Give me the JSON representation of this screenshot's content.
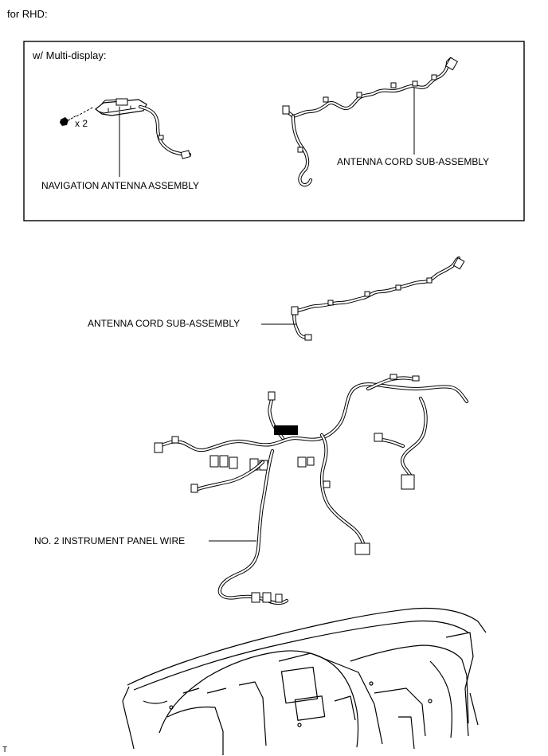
{
  "page": {
    "heading": "for RHD:",
    "corner_code": "T"
  },
  "variant_box": {
    "caption": "w/ Multi-display:",
    "quantity_label": "x 2",
    "navigation_antenna_label": "NAVIGATION ANTENNA ASSEMBLY",
    "antenna_cord_label": "ANTENNA CORD SUB-ASSEMBLY"
  },
  "middle": {
    "antenna_cord_label": "ANTENNA CORD SUB-ASSEMBLY"
  },
  "lower": {
    "instrument_panel_wire_label": "NO. 2 INSTRUMENT PANEL WIRE"
  },
  "parts_icons": {
    "screw": "screw-icon",
    "navigation_antenna": "navigation-antenna-icon",
    "antenna_cord": "antenna-cord-icon",
    "instrument_panel_wire": "wire-harness-icon",
    "instrument_panel": "instrument-panel-icon"
  }
}
